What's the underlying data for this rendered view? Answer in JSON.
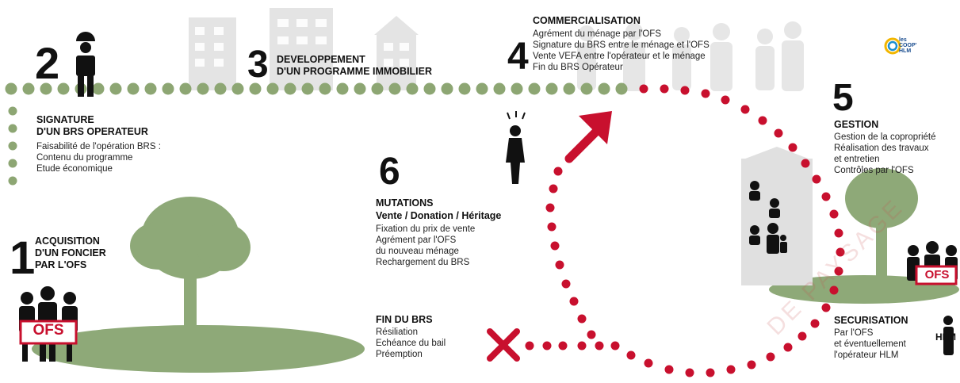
{
  "colors": {
    "green_dot": "#8da673",
    "red_dot": "#c8102e",
    "tree": "#8ea978",
    "building": "#e3e3e3",
    "dark": "#111111"
  },
  "steps": {
    "s1": {
      "num": "1",
      "title": [
        "ACQUISITION",
        "D'UN FONCIER",
        "PAR L'OFS"
      ],
      "badge": "OFS"
    },
    "s2": {
      "num": "2",
      "title": [
        "SIGNATURE",
        "D'UN BRS OPERATEUR"
      ],
      "lines": [
        "Faisabilité de l'opération BRS :",
        "Contenu du programme",
        "Etude économique"
      ]
    },
    "s3": {
      "num": "3",
      "title": [
        "DEVELOPPEMENT",
        "D'UN PROGRAMME IMMOBILIER"
      ]
    },
    "s4": {
      "num": "4",
      "title": "COMMERCIALISATION",
      "lines": [
        "Agrément du ménage par l'OFS",
        "Signature du BRS entre le ménage et l'OFS",
        "Vente VEFA entre l'opérateur et le ménage",
        "Fin du BRS Opérateur"
      ]
    },
    "s5": {
      "num": "5",
      "title": "GESTION",
      "lines": [
        "Gestion de la copropriété",
        "Réalisation des travaux",
        "et entretien",
        "Contrôles par l'OFS"
      ]
    },
    "s6": {
      "num": "6",
      "title": "MUTATIONS",
      "subtitle": "Vente  / Donation  / Héritage",
      "lines": [
        "Fixation du prix de vente",
        "Agrément par l'OFS",
        "du nouveau ménage",
        "Rechargement du BRS"
      ]
    },
    "fin": {
      "title": "FIN DU BRS",
      "lines": [
        "Résiliation",
        "Echéance du bail",
        "Préemption"
      ]
    },
    "secu": {
      "title": "SECURISATION",
      "lines": [
        "Par l'OFS",
        "et éventuellement",
        "l'opérateur HLM"
      ],
      "badge_ofs": "OFS",
      "badge_hlm": "HLM"
    }
  },
  "logo": {
    "line1": "les",
    "line2": "COOP'",
    "line3": "HLM"
  },
  "watermark": "DE PAYSAGE"
}
